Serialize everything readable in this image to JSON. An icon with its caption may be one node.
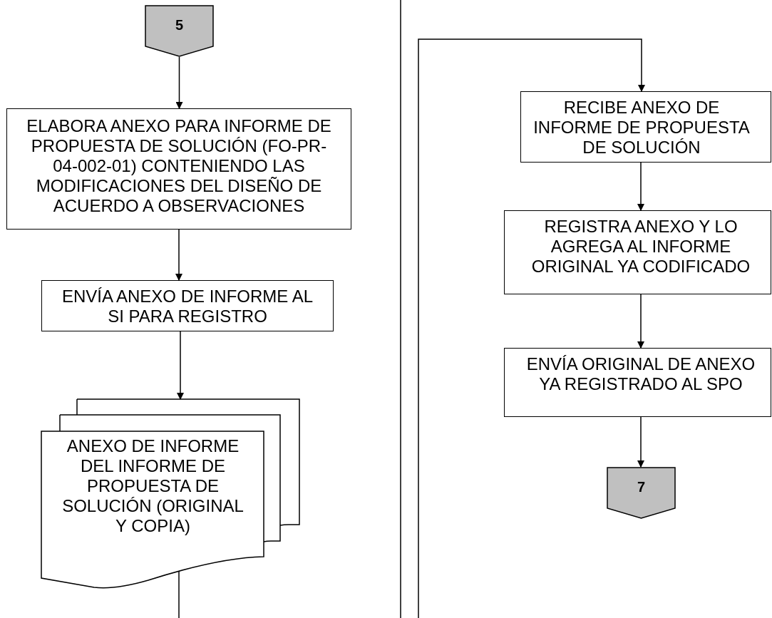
{
  "diagram": {
    "nodes": [
      {
        "text": [
          "5"
        ]
      },
      {
        "text": [
          "ELABORA ANEXO PARA INFORME DE PROPUESTA DE SOLUCIÓN (FO-PR-04-002-01) CONTENIENDO LAS MODIFICACIONES DEL DISEÑO DE ACUERDO A OBSERVACIONES"
        ]
      },
      {
        "text": [
          "ENVÍA ANEXO DE INFORME AL SI PARA REGISTRO"
        ]
      },
      {
        "text": [
          "ANEXO DE INFORME DEL INFORME DE PROPUESTA DE SOLUCIÓN (ORIGINAL Y COPIA)"
        ]
      },
      {
        "text": [
          "RECIBE ANEXO DE INFORME DE PROPUESTA DE SOLUCIÓN"
        ]
      },
      {
        "text": [
          "REGISTRA ANEXO Y LO AGREGA AL INFORME ORIGINAL YA CODIFICADO"
        ]
      },
      {
        "text": [
          "ENVÍA ORIGINAL DE ANEXO YA REGISTRADO AL SPO"
        ]
      },
      {
        "text": [
          "7"
        ]
      }
    ],
    "edges": [
      {
        "from": 0,
        "to": 1,
        "arrow": "to"
      },
      {
        "from": 1,
        "to": 2,
        "arrow": "to"
      },
      {
        "from": 2,
        "to": 3,
        "arrow": "to"
      },
      {
        "from": 3,
        "to": null,
        "arrow": "none"
      },
      {
        "from": null,
        "to": 4,
        "arrow": "to"
      },
      {
        "from": 4,
        "to": 5,
        "arrow": "to"
      },
      {
        "from": 5,
        "to": 6,
        "arrow": "to"
      },
      {
        "from": 6,
        "to": 7,
        "arrow": "to"
      }
    ]
  }
}
